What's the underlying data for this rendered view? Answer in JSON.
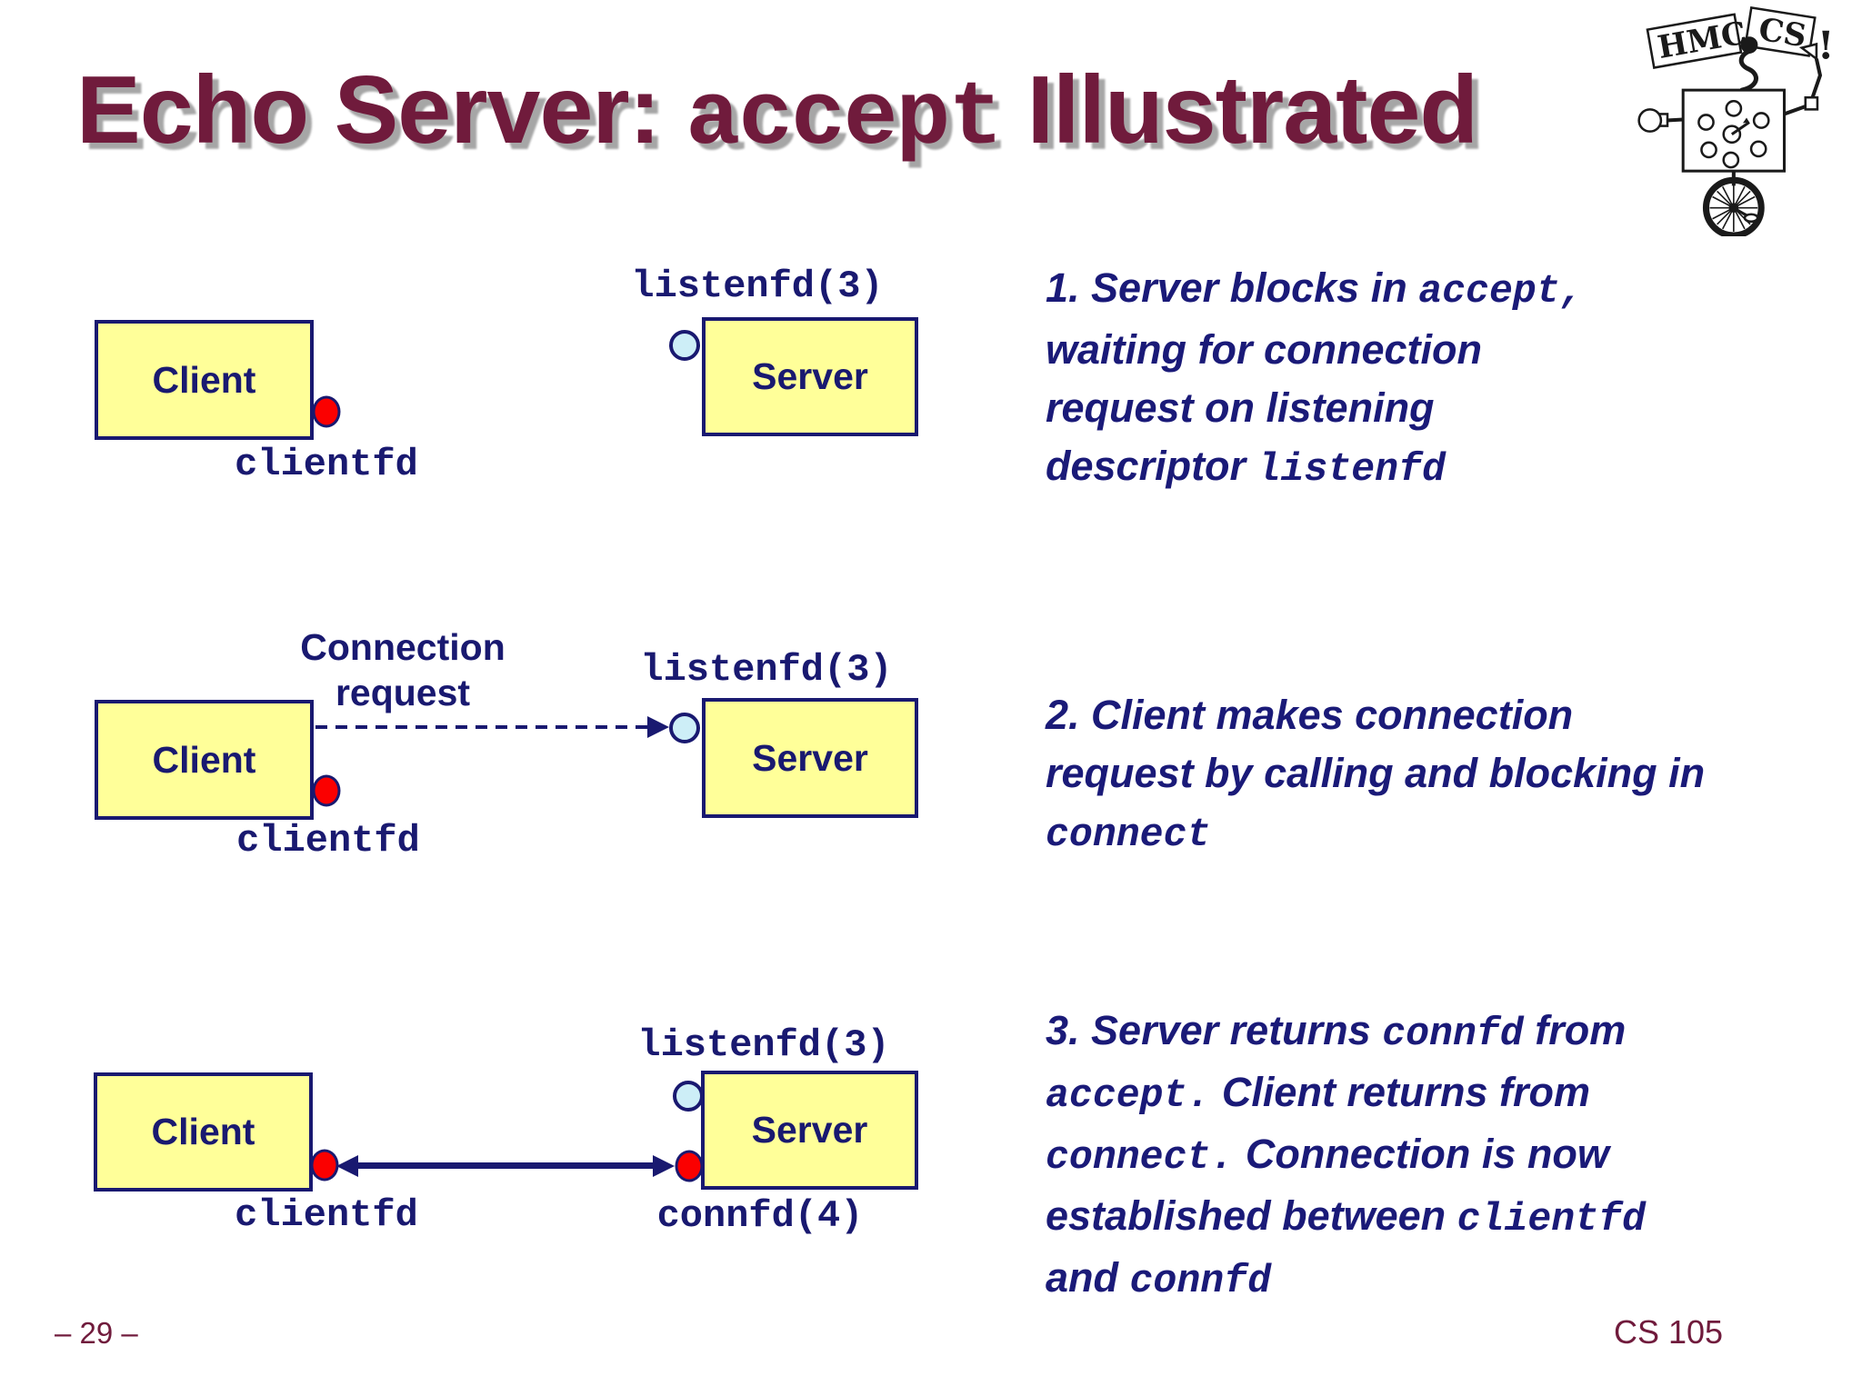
{
  "title": {
    "segments": [
      {
        "t": "Echo Server: "
      },
      {
        "t": "accept",
        "m": true
      },
      {
        "t": " Illustrated"
      }
    ]
  },
  "logo": {
    "hmc": "HMC",
    "cs": "CS",
    "bang": "!"
  },
  "rows": [
    {
      "client": "Client",
      "server": "Server",
      "listenfd": "listenfd(3)",
      "clientfd": "clientfd"
    },
    {
      "client": "Client",
      "server": "Server",
      "listenfd": "listenfd(3)",
      "clientfd": "clientfd",
      "conn_line1": "Connection",
      "conn_line2": "request"
    },
    {
      "client": "Client",
      "server": "Server",
      "listenfd": "listenfd(3)",
      "clientfd": "clientfd",
      "connfd": "connfd(4)"
    }
  ],
  "notes": [
    {
      "lines": [
        [
          {
            "t": "1. Server blocks in "
          },
          {
            "t": "accept,",
            "m": true
          }
        ],
        [
          {
            "t": "waiting for connection"
          }
        ],
        [
          {
            "t": "request on listening"
          }
        ],
        [
          {
            "t": "descriptor "
          },
          {
            "t": "listenfd",
            "m": true
          }
        ]
      ]
    },
    {
      "lines": [
        [
          {
            "t": "2. Client makes connection"
          }
        ],
        [
          {
            "t": "request by calling and blocking in"
          }
        ],
        [
          {
            "t": "connect",
            "m": true
          }
        ]
      ]
    },
    {
      "lines": [
        [
          {
            "t": "3. Server returns "
          },
          {
            "t": "connfd",
            "m": true
          },
          {
            "t": " from"
          }
        ],
        [
          {
            "t": "accept.",
            "m": true
          },
          {
            "t": " Client returns from"
          }
        ],
        [
          {
            "t": "connect.",
            "m": true
          },
          {
            "t": " Connection is now"
          }
        ],
        [
          {
            "t": "established between "
          },
          {
            "t": "clientfd",
            "m": true
          }
        ],
        [
          {
            "t": "and "
          },
          {
            "t": "connfd",
            "m": true
          }
        ]
      ]
    }
  ],
  "footer": {
    "page": "– 29 –",
    "course": "CS 105"
  },
  "colors": {
    "title_maroon": "#701b3c",
    "navy": "#191970",
    "note_navy": "#1a1a78",
    "box_fill": "#ffff99",
    "red_dot": "#fb0000",
    "listen_dot": "#cdeef7",
    "title_shadow": "#a6a6a6",
    "background": "#ffffff"
  }
}
